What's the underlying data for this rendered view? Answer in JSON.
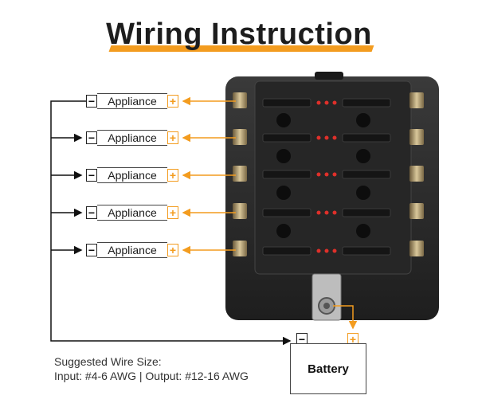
{
  "title": "Wiring Instruction",
  "appliances": [
    {
      "label": "Appliance",
      "neg": "−",
      "pos": "+"
    },
    {
      "label": "Appliance",
      "neg": "−",
      "pos": "+"
    },
    {
      "label": "Appliance",
      "neg": "−",
      "pos": "+"
    },
    {
      "label": "Appliance",
      "neg": "−",
      "pos": "+"
    },
    {
      "label": "Appliance",
      "neg": "−",
      "pos": "+"
    }
  ],
  "battery": {
    "label": "Battery",
    "neg": "−",
    "pos": "+"
  },
  "wire_size": {
    "heading": "Suggested Wire Size:",
    "detail": "Input: #4-6 AWG | Output: #12-16 AWG"
  },
  "colors": {
    "accent": "#f39c1f",
    "wire_negative": "#111111",
    "wire_positive": "#f39c1f",
    "fuse_box": "#2a2a2a",
    "indicator_led": "#e0302a"
  }
}
